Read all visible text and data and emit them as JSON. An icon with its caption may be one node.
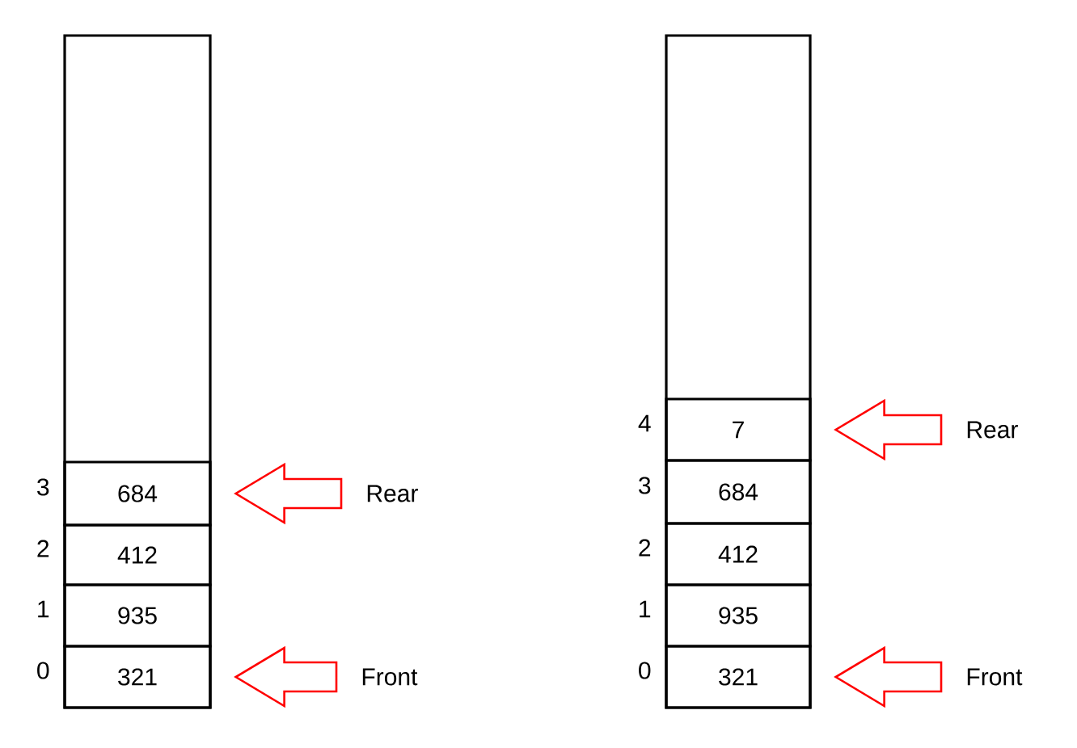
{
  "diagram": {
    "nodes": [
      {
        "text": [],
        "shape": "box"
      },
      {
        "text": [
          "684"
        ],
        "in": 0,
        "beside": [
          "3"
        ]
      },
      {
        "text": [
          "412"
        ],
        "in": 0,
        "beside": [
          "2"
        ]
      },
      {
        "text": [
          "935"
        ],
        "in": 0,
        "beside": [
          "1"
        ]
      },
      {
        "text": [
          "321"
        ],
        "in": 0,
        "beside": [
          "0"
        ]
      },
      {
        "text": [
          "Rear"
        ]
      },
      {
        "text": [
          "Front"
        ]
      },
      {
        "text": [],
        "shape": "box"
      },
      {
        "text": [
          "7"
        ],
        "in": 7,
        "beside": [
          "4"
        ]
      },
      {
        "text": [
          "684"
        ],
        "in": 7,
        "beside": [
          "3"
        ]
      },
      {
        "text": [
          "412"
        ],
        "in": 7,
        "beside": [
          "2"
        ]
      },
      {
        "text": [
          "935"
        ],
        "in": 7,
        "beside": [
          "1"
        ]
      },
      {
        "text": [
          "321"
        ],
        "in": 7,
        "beside": [
          "0"
        ]
      },
      {
        "text": [
          "Rear"
        ]
      },
      {
        "text": [
          "Front"
        ]
      }
    ],
    "edges": [
      {
        "from": 5,
        "to": 1,
        "arrow": "to"
      },
      {
        "from": 6,
        "to": 4,
        "arrow": "to"
      },
      {
        "from": 13,
        "to": 8,
        "arrow": "to"
      },
      {
        "from": 14,
        "to": 12,
        "arrow": "to"
      }
    ]
  }
}
